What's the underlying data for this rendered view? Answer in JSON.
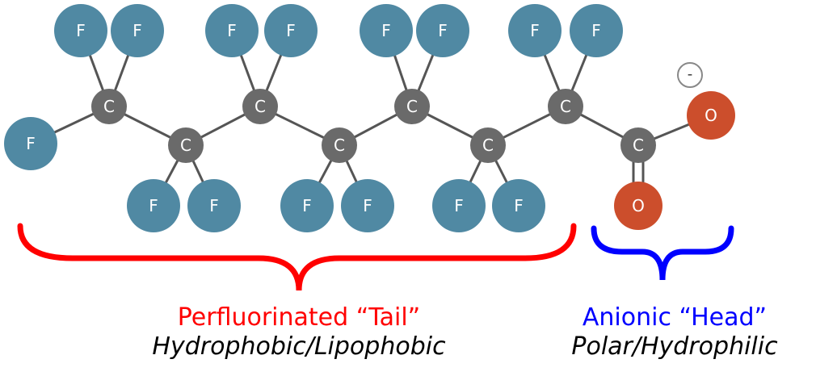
{
  "atoms": {
    "fluorine_label": "F",
    "carbon_label": "C",
    "oxygen_label": "O",
    "charge_label": "-"
  },
  "colors": {
    "fluorine": "#5089a3",
    "carbon": "#6a6a6a",
    "oxygen": "#cc4e2c",
    "bond": "#555555",
    "tail_brace": "#ff0000",
    "head_brace": "#0000ff",
    "charge_ring": "#888888"
  },
  "tail": {
    "title": "Perfluorinated “Tail”",
    "subtitle": "Hydrophobic/Lipophobic"
  },
  "head": {
    "title": "Anionic “Head”",
    "subtitle": "Polar/Hydrophilic"
  }
}
